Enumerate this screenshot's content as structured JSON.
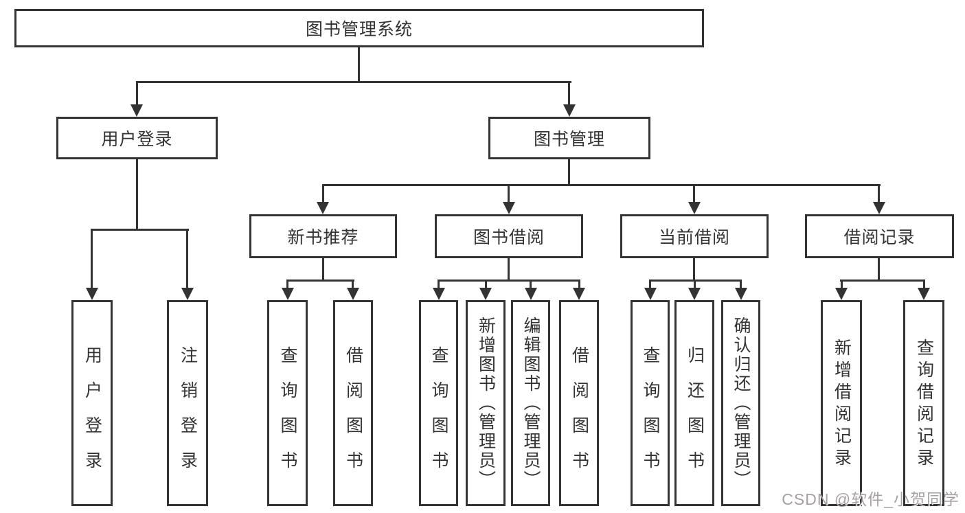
{
  "diagram": {
    "title": "图书管理系统",
    "root": "图书管理系统",
    "level2": [
      "用户登录",
      "图书管理"
    ],
    "level3": [
      "新书推荐",
      "图书借阅",
      "当前借阅",
      "借阅记录"
    ],
    "leaves": [
      "用户登录",
      "注销登录",
      "查询图书",
      "借阅图书",
      "查询图书",
      "新增图书（管理员）",
      "编辑图书（管理员）",
      "借阅图书",
      "查询图书",
      "归还图书",
      "确认归还（管理员）",
      "新增借阅记录",
      "查询借阅记录"
    ]
  },
  "colors": {
    "line": "#333333",
    "background": "#ffffff",
    "watermark_text": "#969191"
  },
  "watermark": "CSDN @软件_小贺同学"
}
